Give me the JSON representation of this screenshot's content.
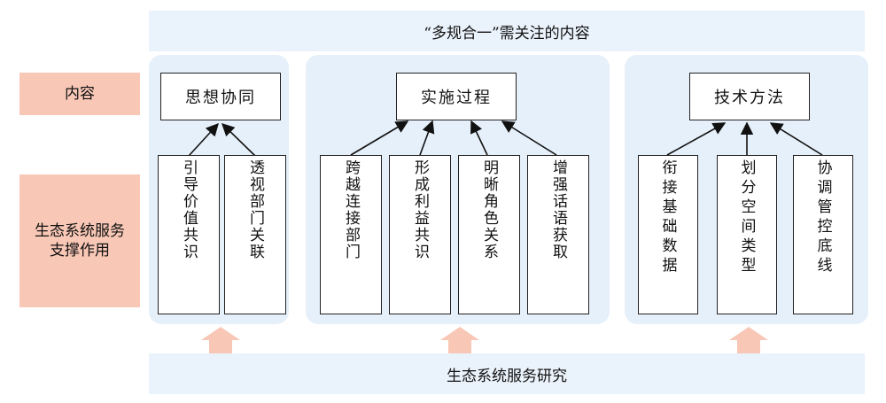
{
  "top_band": "“多规合一”需关注的内容",
  "bottom_band": "生态系统服务研究",
  "row_labels": {
    "content": "内容",
    "role": "生态系统服务支撑作用"
  },
  "panels": [
    {
      "title": "思想协同",
      "items": [
        {
          "text": "引导价值共识"
        },
        {
          "text": "透视部门关联"
        }
      ]
    },
    {
      "title": "实施过程",
      "items": [
        {
          "text": "跨越连接部门"
        },
        {
          "text": "形成利益共识"
        },
        {
          "text": "明晰角色关系"
        },
        {
          "text": "增强话语获取"
        }
      ]
    },
    {
      "title": "技术方法",
      "items": [
        {
          "text": "衔接基础数据"
        },
        {
          "text": "划分空间类型"
        },
        {
          "text": "协调管控底线"
        }
      ]
    }
  ],
  "colors": {
    "band": "#eaf2fb",
    "panel": "#e6f0fa",
    "label": "#f8c7b6",
    "up_arrow": "#f8c7b6"
  }
}
